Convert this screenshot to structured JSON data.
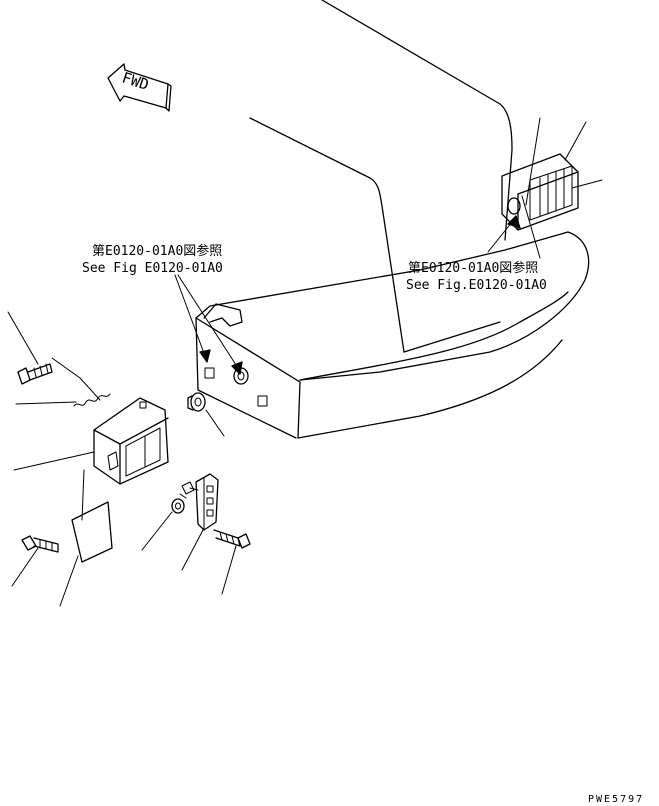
{
  "direction_marker": {
    "label": "FWD"
  },
  "references": {
    "left": {
      "line1": "第E0120-01A0図参照",
      "line2": "See Fig E0120-01A0"
    },
    "right": {
      "line1": "第E0120-01A0図参照",
      "line2": "See Fig.E0120-01A0"
    }
  },
  "drawing_id": "PWE5797"
}
